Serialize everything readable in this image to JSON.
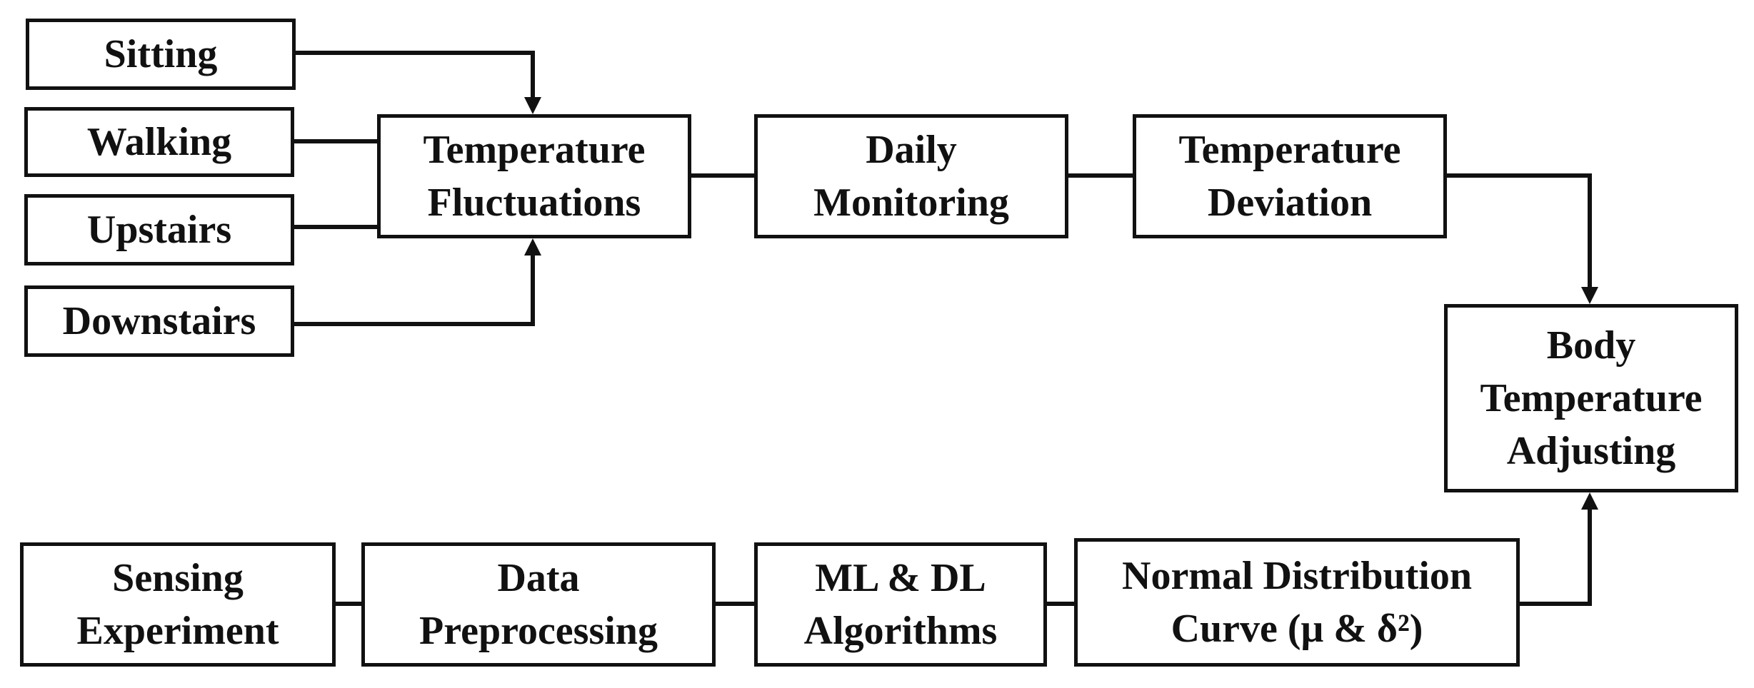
{
  "diagram": {
    "activities": {
      "sitting": "Sitting",
      "walking": "Walking",
      "upstairs": "Upstairs",
      "downstairs": "Downstairs"
    },
    "top_flow": {
      "temperature_fluctuations": "Temperature\nFluctuations",
      "daily_monitoring": "Daily\nMonitoring",
      "temperature_deviation": "Temperature\nDeviation"
    },
    "body_temperature_adjusting": "Body\nTemperature\nAdjusting",
    "bottom_flow": {
      "sensing_experiment": "Sensing\nExperiment",
      "data_preprocessing": "Data\nPreprocessing",
      "ml_dl_algorithms": "ML & DL\nAlgorithms",
      "normal_distribution_curve": "Normal Distribution\nCurve (μ & δ²)"
    },
    "colors": {
      "line": "#111111",
      "box_border": "#111111",
      "text": "#111111",
      "background": "#ffffff"
    }
  }
}
